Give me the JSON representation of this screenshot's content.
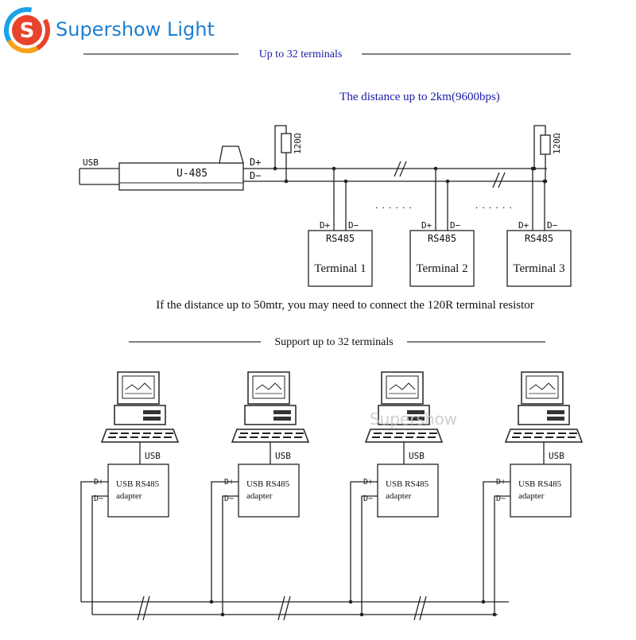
{
  "brand": {
    "name": "Supershow Light",
    "logo_letter": "S",
    "color": "#1e7fd0",
    "logo_colors": [
      "#e8432b",
      "#f7a21a",
      "#1aa3e8"
    ]
  },
  "top": {
    "header": "Up to 32 terminals",
    "distance_note": "The distance up to 2km(9600bps)",
    "usb_label": "USB",
    "converter_label": "U-485",
    "line_dplus": "D+",
    "line_dminus": "D−",
    "resistor_label": "120Ω",
    "dots": ". . . . . .",
    "terminals": [
      {
        "chip": "RS485",
        "name": "Terminal 1",
        "dplus": "D+",
        "dminus": "D−"
      },
      {
        "chip": "RS485",
        "name": "Terminal 2",
        "dplus": "D+",
        "dminus": "D−"
      },
      {
        "chip": "RS485",
        "name": "Terminal 3",
        "dplus": "D+",
        "dminus": "D−"
      }
    ]
  },
  "note": "If the distance up to 50mtr,  you may need to connect the 120R terminal resistor",
  "bottom": {
    "header": "Support up to 32 terminals",
    "watermark": "Supershow",
    "nodes": [
      {
        "usb": "USB",
        "adapter_line1": "USB RS485",
        "adapter_line2": "adapter",
        "dplus": "D+",
        "dminus": "D−"
      },
      {
        "usb": "USB",
        "adapter_line1": "USB RS485",
        "adapter_line2": "adapter",
        "dplus": "D+",
        "dminus": "D−"
      },
      {
        "usb": "USB",
        "adapter_line1": "USB RS485",
        "adapter_line2": "adapter",
        "dplus": "D+",
        "dminus": "D−"
      },
      {
        "usb": "USB",
        "adapter_line1": "USB RS485",
        "adapter_line2": "adapter",
        "dplus": "D+",
        "dminus": "D−"
      }
    ]
  },
  "colors": {
    "ink": "#111111",
    "note_blue": "#1a1aa6",
    "line": "#222222"
  }
}
